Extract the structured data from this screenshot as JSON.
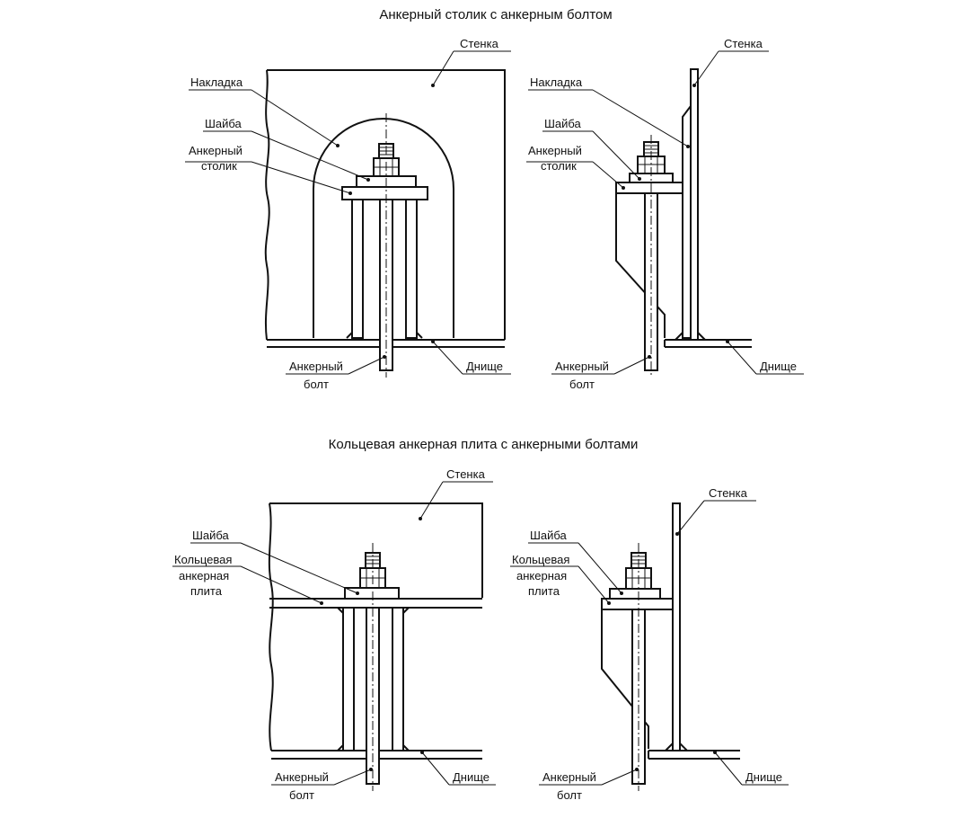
{
  "titles": {
    "top": "Анкерный столик с анкерным болтом",
    "bottom": "Кольцевая анкерная плита с анкерными болтами"
  },
  "labels": {
    "wall": "Стенка",
    "pad": "Накладка",
    "washer": "Шайба",
    "chair_line1": "Анкерный",
    "chair_line2": "столик",
    "ring_line1": "Кольцевая",
    "ring_line2": "анкерная",
    "ring_line3": "плита",
    "bolt_line1": "Анкерный",
    "bolt_line2": "болт",
    "bottom": "Днище"
  }
}
